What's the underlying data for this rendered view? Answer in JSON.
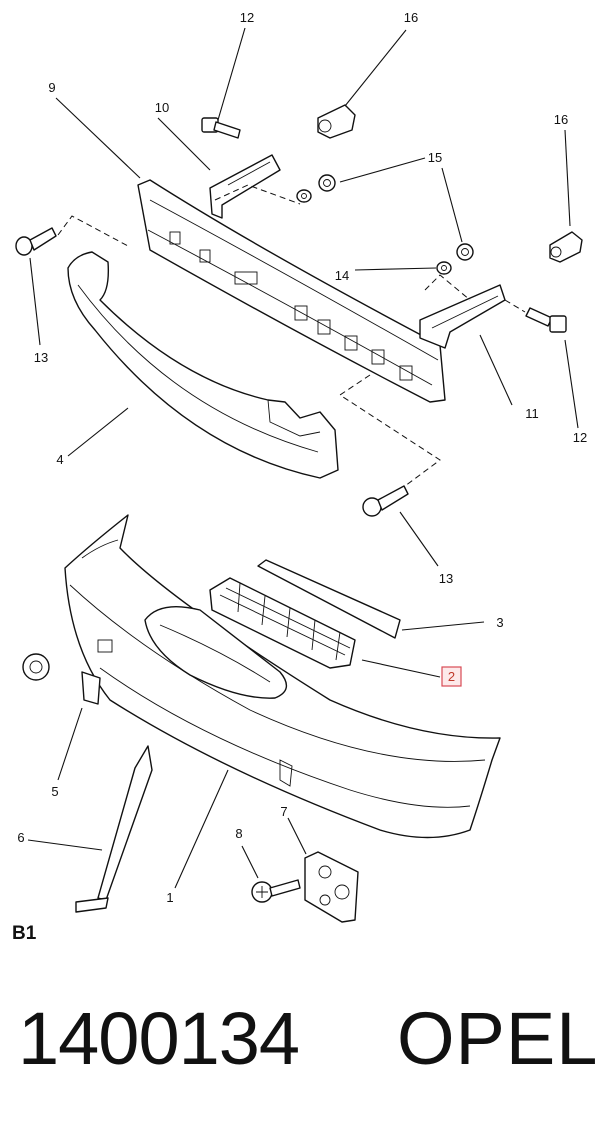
{
  "diagram": {
    "section_label": "B1",
    "highlighted_callout": "2",
    "highlight_color": "#d84a55",
    "callouts": {
      "c1": "1",
      "c2": "2",
      "c3": "3",
      "c4": "4",
      "c5": "5",
      "c6": "6",
      "c7": "7",
      "c8": "8",
      "c9": "9",
      "c10": "10",
      "c11": "11",
      "c12a": "12",
      "c12b": "12",
      "c13a": "13",
      "c13b": "13",
      "c14": "14",
      "c15": "15",
      "c16a": "16",
      "c16b": "16"
    }
  },
  "footer": {
    "part_number": "1400134",
    "brand": "OPEL"
  }
}
